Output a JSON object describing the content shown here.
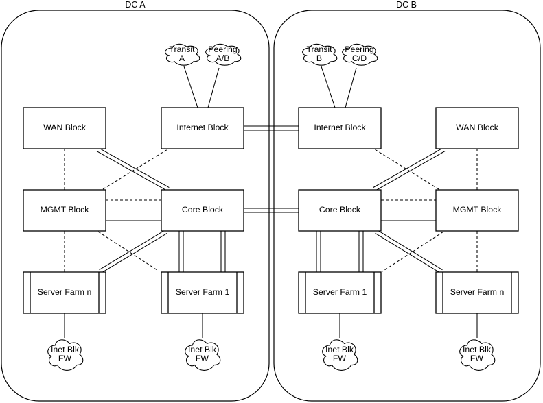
{
  "colors": {
    "background": "#ffffff",
    "shape_fill": "#ffffff",
    "stroke": "#000000",
    "text": "#000000"
  },
  "datacenters": [
    {
      "id": "dca",
      "title": "DC A",
      "nodes": [
        {
          "id": "dca-wan",
          "label": "WAN Block",
          "shape": "rect"
        },
        {
          "id": "dca-internet",
          "label": "Internet Block",
          "shape": "rect"
        },
        {
          "id": "dca-mgmt",
          "label": "MGMT Block",
          "shape": "rect"
        },
        {
          "id": "dca-core",
          "label": "Core Block",
          "shape": "rect"
        },
        {
          "id": "dca-sfn",
          "label": "Server Farm n",
          "shape": "process"
        },
        {
          "id": "dca-sf1",
          "label": "Server Farm 1",
          "shape": "process"
        }
      ],
      "clouds": [
        {
          "id": "transit-a",
          "lines": [
            "Transit",
            "A"
          ]
        },
        {
          "id": "peering-ab",
          "lines": [
            "Peering",
            "A/B"
          ]
        },
        {
          "id": "dca-fw-n",
          "lines": [
            "Inet Blk",
            "FW"
          ]
        },
        {
          "id": "dca-fw-1",
          "lines": [
            "Inet Blk",
            "FW"
          ]
        }
      ]
    },
    {
      "id": "dcb",
      "title": "DC B",
      "nodes": [
        {
          "id": "dcb-internet",
          "label": "Internet Block",
          "shape": "rect"
        },
        {
          "id": "dcb-wan",
          "label": "WAN Block",
          "shape": "rect"
        },
        {
          "id": "dcb-core",
          "label": "Core Block",
          "shape": "rect"
        },
        {
          "id": "dcb-mgmt",
          "label": "MGMT Block",
          "shape": "rect"
        },
        {
          "id": "dcb-sf1",
          "label": "Server Farm 1",
          "shape": "process"
        },
        {
          "id": "dcb-sfn",
          "label": "Server Farm n",
          "shape": "process"
        }
      ],
      "clouds": [
        {
          "id": "transit-b",
          "lines": [
            "Transit",
            "B"
          ]
        },
        {
          "id": "peering-cd",
          "lines": [
            "Peering",
            "C/D"
          ]
        },
        {
          "id": "dcb-fw-1",
          "lines": [
            "Inet Blk",
            "FW"
          ]
        },
        {
          "id": "dcb-fw-n",
          "lines": [
            "Inet Blk",
            "FW"
          ]
        }
      ]
    }
  ],
  "edges": [
    {
      "id": "e1",
      "from": "transit-a",
      "to": "dca-internet",
      "style": "solid"
    },
    {
      "id": "e2",
      "from": "peering-ab",
      "to": "dca-internet",
      "style": "solid"
    },
    {
      "id": "e3",
      "from": "dca-wan",
      "to": "dca-mgmt",
      "style": "dashed"
    },
    {
      "id": "e4",
      "from": "dca-mgmt",
      "to": "dca-sfn",
      "style": "dashed"
    },
    {
      "id": "e5",
      "from": "dca-mgmt",
      "to": "dca-core",
      "style": "dashed"
    },
    {
      "id": "e6",
      "from": "dca-mgmt",
      "to": "dca-core",
      "style": "solid"
    },
    {
      "id": "e7",
      "from": "dca-wan",
      "to": "dca-core",
      "style": "double"
    },
    {
      "id": "e8",
      "from": "dca-mgmt",
      "to": "dca-internet",
      "style": "dashed"
    },
    {
      "id": "e9",
      "from": "dca-mgmt",
      "to": "dca-sf1",
      "style": "dashed"
    },
    {
      "id": "e10",
      "from": "dca-core",
      "to": "dca-sfn",
      "style": "double"
    },
    {
      "id": "e11",
      "from": "dca-core",
      "to": "dca-sf1",
      "style": "double"
    },
    {
      "id": "e12",
      "from": "dca-core",
      "to": "dca-sf1",
      "style": "double"
    },
    {
      "id": "e13",
      "from": "dca-sfn",
      "to": "dca-fw-n",
      "style": "solid"
    },
    {
      "id": "e14",
      "from": "dca-sf1",
      "to": "dca-fw-1",
      "style": "solid"
    },
    {
      "id": "e15",
      "from": "dca-internet",
      "to": "dcb-internet",
      "style": "double"
    },
    {
      "id": "e16",
      "from": "dca-core",
      "to": "dcb-core",
      "style": "double"
    },
    {
      "id": "e17",
      "from": "transit-b",
      "to": "dcb-internet",
      "style": "solid"
    },
    {
      "id": "e18",
      "from": "peering-cd",
      "to": "dcb-internet",
      "style": "solid"
    },
    {
      "id": "e19",
      "from": "dcb-wan",
      "to": "dcb-mgmt",
      "style": "dashed"
    },
    {
      "id": "e20",
      "from": "dcb-mgmt",
      "to": "dcb-sfn",
      "style": "dashed"
    },
    {
      "id": "e21",
      "from": "dcb-core",
      "to": "dcb-mgmt",
      "style": "dashed"
    },
    {
      "id": "e22",
      "from": "dcb-core",
      "to": "dcb-mgmt",
      "style": "solid"
    },
    {
      "id": "e23",
      "from": "dcb-wan",
      "to": "dcb-core",
      "style": "double"
    },
    {
      "id": "e24",
      "from": "dcb-mgmt",
      "to": "dcb-internet",
      "style": "dashed"
    },
    {
      "id": "e25",
      "from": "dcb-mgmt",
      "to": "dcb-sf1",
      "style": "dashed"
    },
    {
      "id": "e26",
      "from": "dcb-core",
      "to": "dcb-sfn",
      "style": "double"
    },
    {
      "id": "e27",
      "from": "dcb-core",
      "to": "dcb-sf1",
      "style": "double"
    },
    {
      "id": "e28",
      "from": "dcb-core",
      "to": "dcb-sf1",
      "style": "double"
    },
    {
      "id": "e29",
      "from": "dcb-sf1",
      "to": "dcb-fw-1",
      "style": "solid"
    },
    {
      "id": "e30",
      "from": "dcb-sfn",
      "to": "dcb-fw-n",
      "style": "solid"
    }
  ]
}
